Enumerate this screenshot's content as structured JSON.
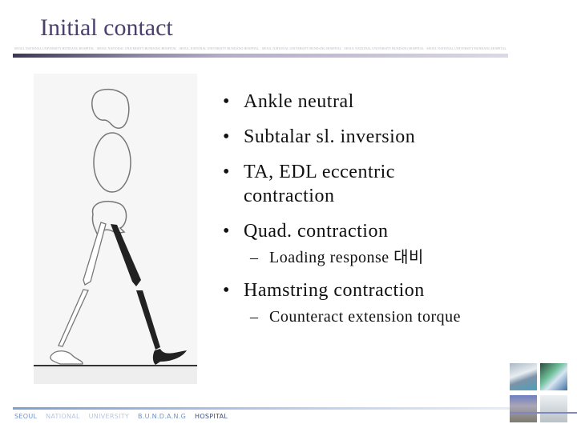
{
  "slide": {
    "title": "Initial contact",
    "header_ticker": "SEOUL NATIONAL UNIVERSITY BUNDANG HOSPITAL · SEOUL NATIONAL UNIVERSITY BUNDANG HOSPITAL · SEOUL NATIONAL UNIVERSITY BUNDANG HOSPITAL · SEOUL NATIONAL UNIVERSITY BUNDANG HOSPITAL · SEOUL NATIONAL UNIVERSITY BUNDANG HOSPITAL · SEOUL NATIONAL UNIVERSITY BUNDANG HOSPITAL",
    "bullets": [
      {
        "text": "Ankle neutral"
      },
      {
        "text": "Subtalar sl. inversion"
      },
      {
        "text": "TA, EDL eccentric contraction"
      },
      {
        "text": "Quad. contraction",
        "sub": "Loading response 대비"
      },
      {
        "text": "Hamstring contraction",
        "sub": "Counteract extension torque"
      }
    ],
    "footer": {
      "words": [
        "SEOUL",
        "NATIONAL",
        "UNIVERSITY",
        "B.U.N.D.A.N.G",
        "HOSPITAL"
      ],
      "colors": [
        "#6f93c8",
        "#b7c6e2",
        "#b7c6e2",
        "#6f93c8",
        "#3d4f86"
      ]
    },
    "accent_color": "#4b3f6e"
  }
}
